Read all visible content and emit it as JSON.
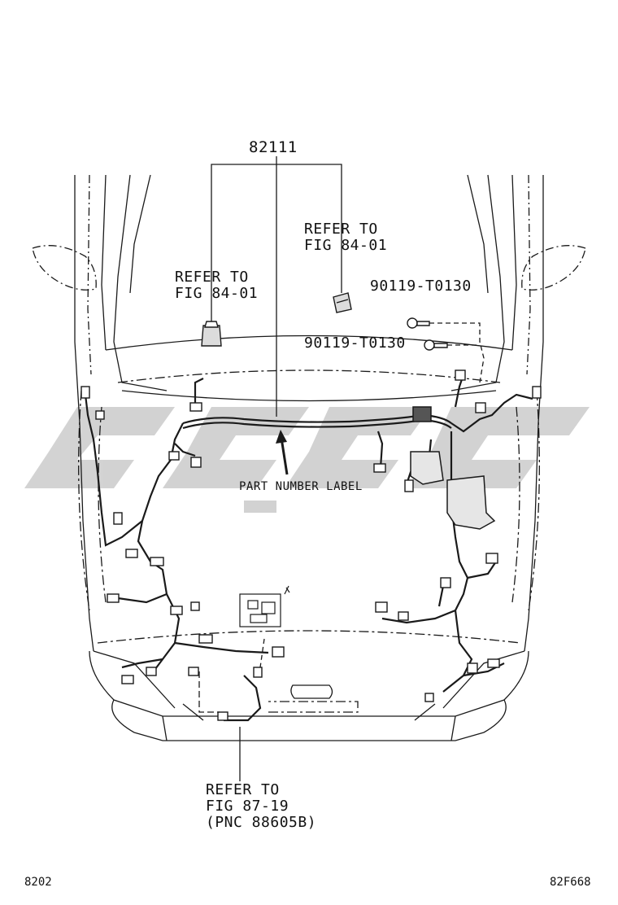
{
  "diagram": {
    "main_part_number": "82111",
    "callouts": {
      "left_refer": {
        "line1": "REFER TO",
        "line2": "FIG 84-01"
      },
      "right_refer": {
        "line1": "REFER TO",
        "line2": "FIG 84-01"
      },
      "bottom_refer": {
        "line1": "REFER TO",
        "line2": "FIG 87-19",
        "line3": "(PNC 88605B)"
      }
    },
    "bolt_part_1": "90119-T0130",
    "bolt_part_2": "90119-T0130",
    "part_number_label": "PART NUMBER LABEL",
    "footer": {
      "left_code": "8202",
      "right_code": "82F668"
    },
    "watermark_color": "#c8c8c8",
    "line_color": "#1a1a1a"
  }
}
